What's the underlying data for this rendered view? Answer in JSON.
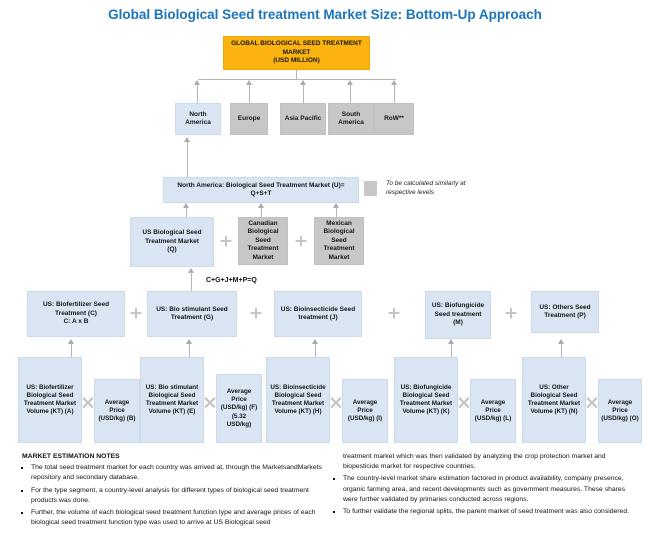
{
  "title": "Global Biological Seed treatment Market Size: Bottom-Up Approach",
  "colors": {
    "accent_blue": "#1B75BC",
    "gold": "#FBB30F",
    "light_blue": "#D9E5F2",
    "gray": "#C7C7C7",
    "connector_gray": "#B5B5B5"
  },
  "root": {
    "label": "GLOBAL BIOLOGICAL SEED TREATMENT MARKET\n(USD MILLION)"
  },
  "regions": {
    "north_america": "North America",
    "europe": "Europe",
    "asia_pacific": "Asia Pacific",
    "south_america": "South America",
    "row": "RoW**"
  },
  "na_market": {
    "label": "North America: Biological Seed Treatment Market (U)=\nQ+S+T"
  },
  "legend": {
    "note": "To be calculated similarly at\nrespective levels"
  },
  "countries": {
    "us": "US Biological Seed Treatment Market\n(Q)",
    "canada": "Canadian Biological Seed Treatment Market",
    "mexico": "Mexican Biological Seed Treatment Market"
  },
  "formula": "C+G+J+M+P=Q",
  "segments": [
    {
      "label": "US: Biofertilizer Seed Treatment (C)\nC: A x B"
    },
    {
      "label": "US: Bio stimulant Seed Treatment (G)"
    },
    {
      "label": "US: Bioinsecticide Seed treatment (J)"
    },
    {
      "label": "US: Biofungicide Seed treatment\n(M)"
    },
    {
      "label": "US: Others Seed Treatment (P)"
    }
  ],
  "pairs": [
    {
      "volume": "US: Biofertilizer Biological Seed Treatment Market Volume (KT) (A)",
      "price": "Average Price (USD/kg) (B)"
    },
    {
      "volume": "US: Bio stimulant Biological Seed Treatment Market Volume (KT) (E)",
      "price": "Average Price (USD/kg) (F) (5.32 USD/kg)"
    },
    {
      "volume": "US: Bioinsecticide Biological Seed Treatment Market Volume (KT) (H)",
      "price": "Average Price (USD/kg) (I)"
    },
    {
      "volume": "US: Biofungicide Biological Seed Treatment Market Volume (KT) (K)",
      "price": "Average Price (USD/kg) (L)"
    },
    {
      "volume": "US: Other Biological Seed Treatment Market Volume (KT) (N)",
      "price": "Average Price (USD/kg) (O)"
    }
  ],
  "operators": {
    "plus": "+",
    "times": "×"
  },
  "notes": {
    "heading": "MARKET ESTIMATION NOTES",
    "left_bullets": [
      "The total seed treatment market for each country was arrived at, through the MarketsandMarkets repository and secondary database.",
      "For the type segment, a country-level analysis for different types of biological seed treatment products was done.",
      "Further, the volume of each biological seed treatment function type and average prices of each biological seed treatment function type was used to arrive at US Biological seed"
    ],
    "right_continuation": "treatment market which was then validated by analyzing the crop protection market and biopesticide market for respective countries.",
    "right_bullets": [
      "The country-level market share estimation factored in product availability, company presence, organic farming area, and recent developments such as government measures. These shares were further validated by primaries conducted across regions.",
      "To further validate the regional splits, the parent market of seed treatment was also considered."
    ]
  }
}
